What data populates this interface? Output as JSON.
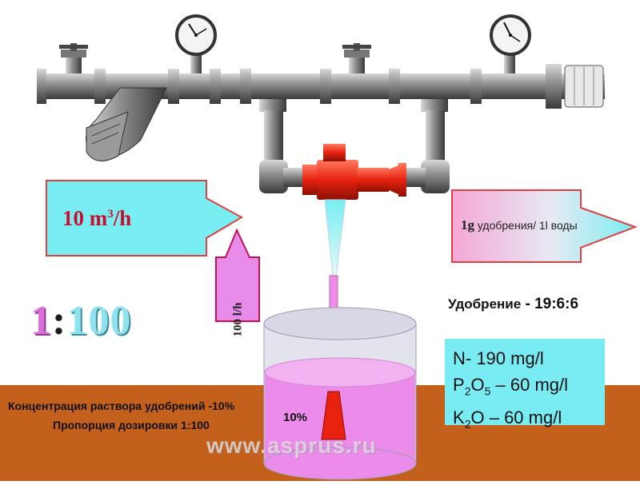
{
  "flow_in": {
    "value": "10 m",
    "exp": "3",
    "unit": "/h"
  },
  "flow_out": {
    "prefix": "1g",
    "text": " удобрения/ 1l воды"
  },
  "dose_flow": "100 l/h",
  "ratio": {
    "left": "1",
    "sep": ":",
    "right": "100"
  },
  "fertilizer": {
    "label": "Удобрение",
    "value": " - 19:6:6"
  },
  "nutrients": [
    {
      "pre": "N- 190 mg/l",
      "sub": "",
      "post": ""
    },
    {
      "pre": "P",
      "sub": "2",
      "mid": "O",
      "sub2": "5",
      "post": " – 60 mg/l"
    },
    {
      "pre": "K",
      "sub": "2",
      "mid": "O",
      "sub2": "",
      "post": " – 60 mg/l"
    }
  ],
  "concentration": "Концентрация раствора удобрений -10%",
  "proportion": "Пропорция дозировки 1:100",
  "tank_label": "10%",
  "watermark": "www.asprus.ru",
  "colors": {
    "ground": "#c2601c",
    "pipe": "#7a7a7a",
    "injector": "#e8220e",
    "arrow_in": "#78eef2",
    "arrow_border": "#e04040",
    "dose_arrow": "#e98be9",
    "solution": "#eb8ceb",
    "nutrient_box": "#78ecf2"
  }
}
